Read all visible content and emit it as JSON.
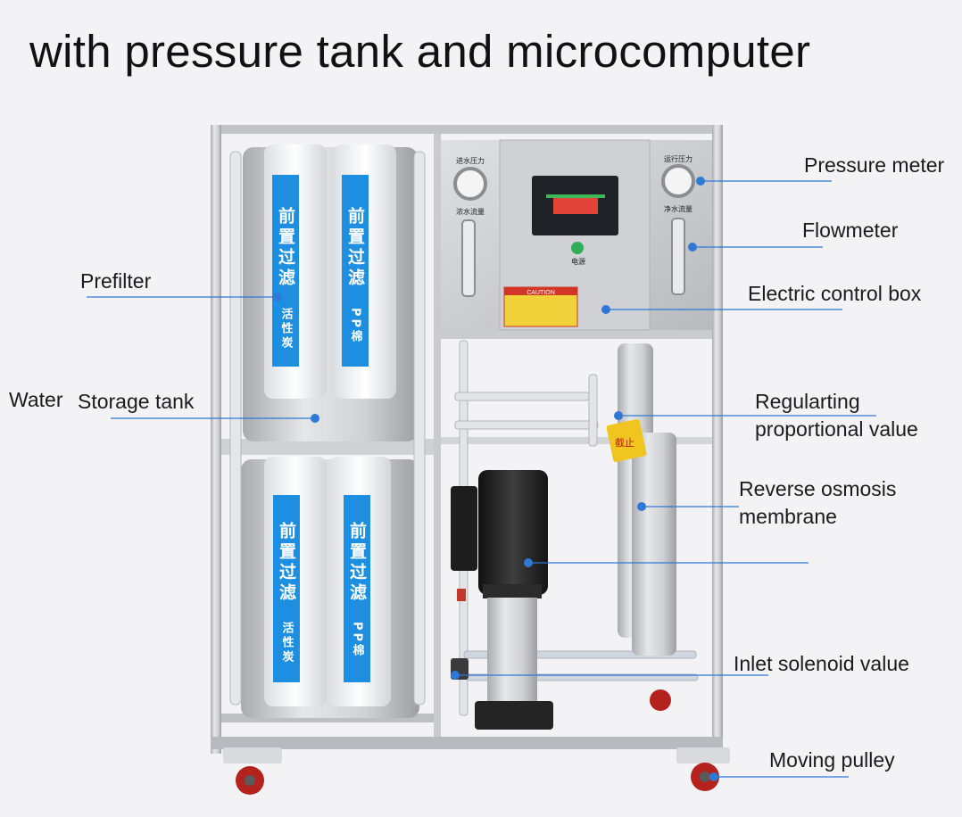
{
  "title": "with pressure tank and microcomputer",
  "colors": {
    "callout_line": "#2f78d6",
    "frame": "#b9bcc1",
    "vessel": "#d6d7d9",
    "filter_label": "#1e8fe0",
    "panel": "#c7c9cc",
    "pump": "#2a2a2a",
    "wheel": "#b3221c"
  },
  "labels": {
    "pressure_meter": "Pressure meter",
    "flowmeter": "Flowmeter",
    "electric_control_box": "Electric control box",
    "prefilter": "Prefilter",
    "water_storage_tank_a": "Water",
    "water_storage_tank_b": "Storage tank",
    "regulating_valve_line1": "Regularting",
    "regulating_valve_line2": "proportional value",
    "ro_membrane_line1": "Reverse osmosis",
    "ro_membrane_line2": "membrane",
    "inlet_solenoid": "Inlet solenoid value",
    "moving_pulley": "Moving pulley"
  },
  "filter_text": {
    "top_left": "前置过滤",
    "top_left_sub": "活性炭",
    "top_right": "前置过滤",
    "top_right_sub": "PP棉",
    "bottom_left": "前置过滤",
    "bottom_left_sub": "活性炭",
    "bottom_right": "前置过滤",
    "bottom_right_sub": "PP棉"
  },
  "panel_text": {
    "inlet_pressure": "进水压力",
    "inlet_flow": "浓水流量",
    "run_pressure": "运行压力",
    "pure_flow": "净水流量",
    "power": "电源",
    "caution": "CAUTION",
    "valve_tag": "截止"
  }
}
